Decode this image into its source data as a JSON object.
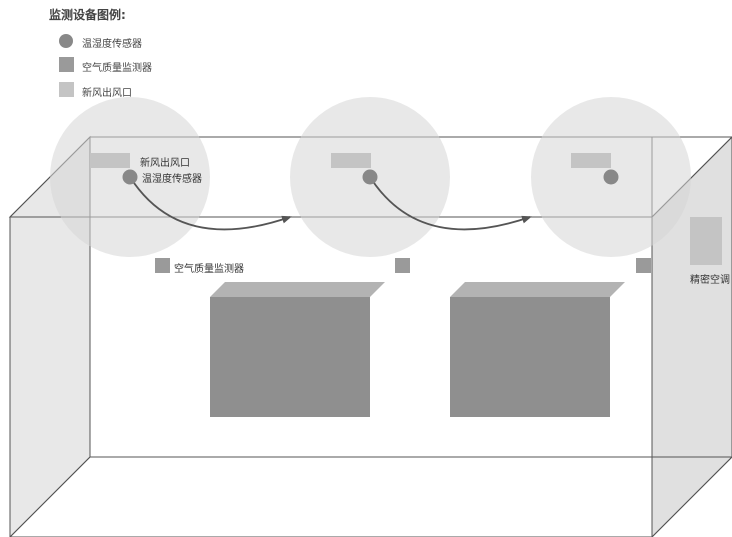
{
  "legend": {
    "title": "监测设备图例:",
    "items": [
      {
        "label": "温湿度传感器",
        "icon": "circle-icon",
        "color": "#888888"
      },
      {
        "label": "空气质量监测器",
        "icon": "square-icon",
        "color": "#9a9a9a"
      },
      {
        "label": "新风出风口",
        "icon": "rect-icon",
        "color": "#c4c4c4"
      }
    ]
  },
  "annotations": {
    "outlet": "新风出风口",
    "sensor": "温湿度传感器",
    "air_monitor": "空气质量监测器",
    "ac": "精密空调"
  },
  "colors": {
    "wall_left": "#e6e6e6",
    "wall_right": "#e0e0e0",
    "cabinet_front": "#8f8f8f",
    "cabinet_top": "#b3b3b3",
    "coverage": "#e8e8e8",
    "arrow": "#555555"
  }
}
